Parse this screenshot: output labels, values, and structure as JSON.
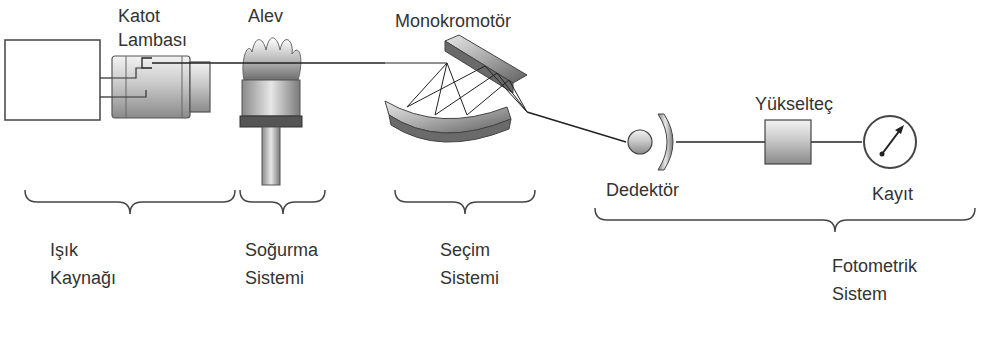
{
  "diagram": {
    "nodes": [
      {
        "text": [
          "Katot Lambası"
        ]
      },
      {
        "text": [
          "Alev"
        ]
      },
      {
        "text": [
          "Monokromotör"
        ]
      },
      {
        "text": [
          "Dedektör"
        ]
      },
      {
        "text": [
          "Yükselteç"
        ]
      },
      {
        "text": [
          "Kayıt"
        ]
      }
    ],
    "edges": [
      {
        "from": 0,
        "to": 1,
        "arrow": "none"
      },
      {
        "from": 1,
        "to": 2,
        "arrow": "none"
      },
      {
        "from": 2,
        "to": 3,
        "arrow": "none"
      },
      {
        "from": 3,
        "to": 4,
        "arrow": "none"
      },
      {
        "from": 4,
        "to": 5,
        "arrow": "none"
      }
    ],
    "labels": [
      "Işık Kaynağı",
      "Soğurma Sistemi",
      "Seçim Sistemi",
      "Fotometrik Sistem"
    ]
  }
}
